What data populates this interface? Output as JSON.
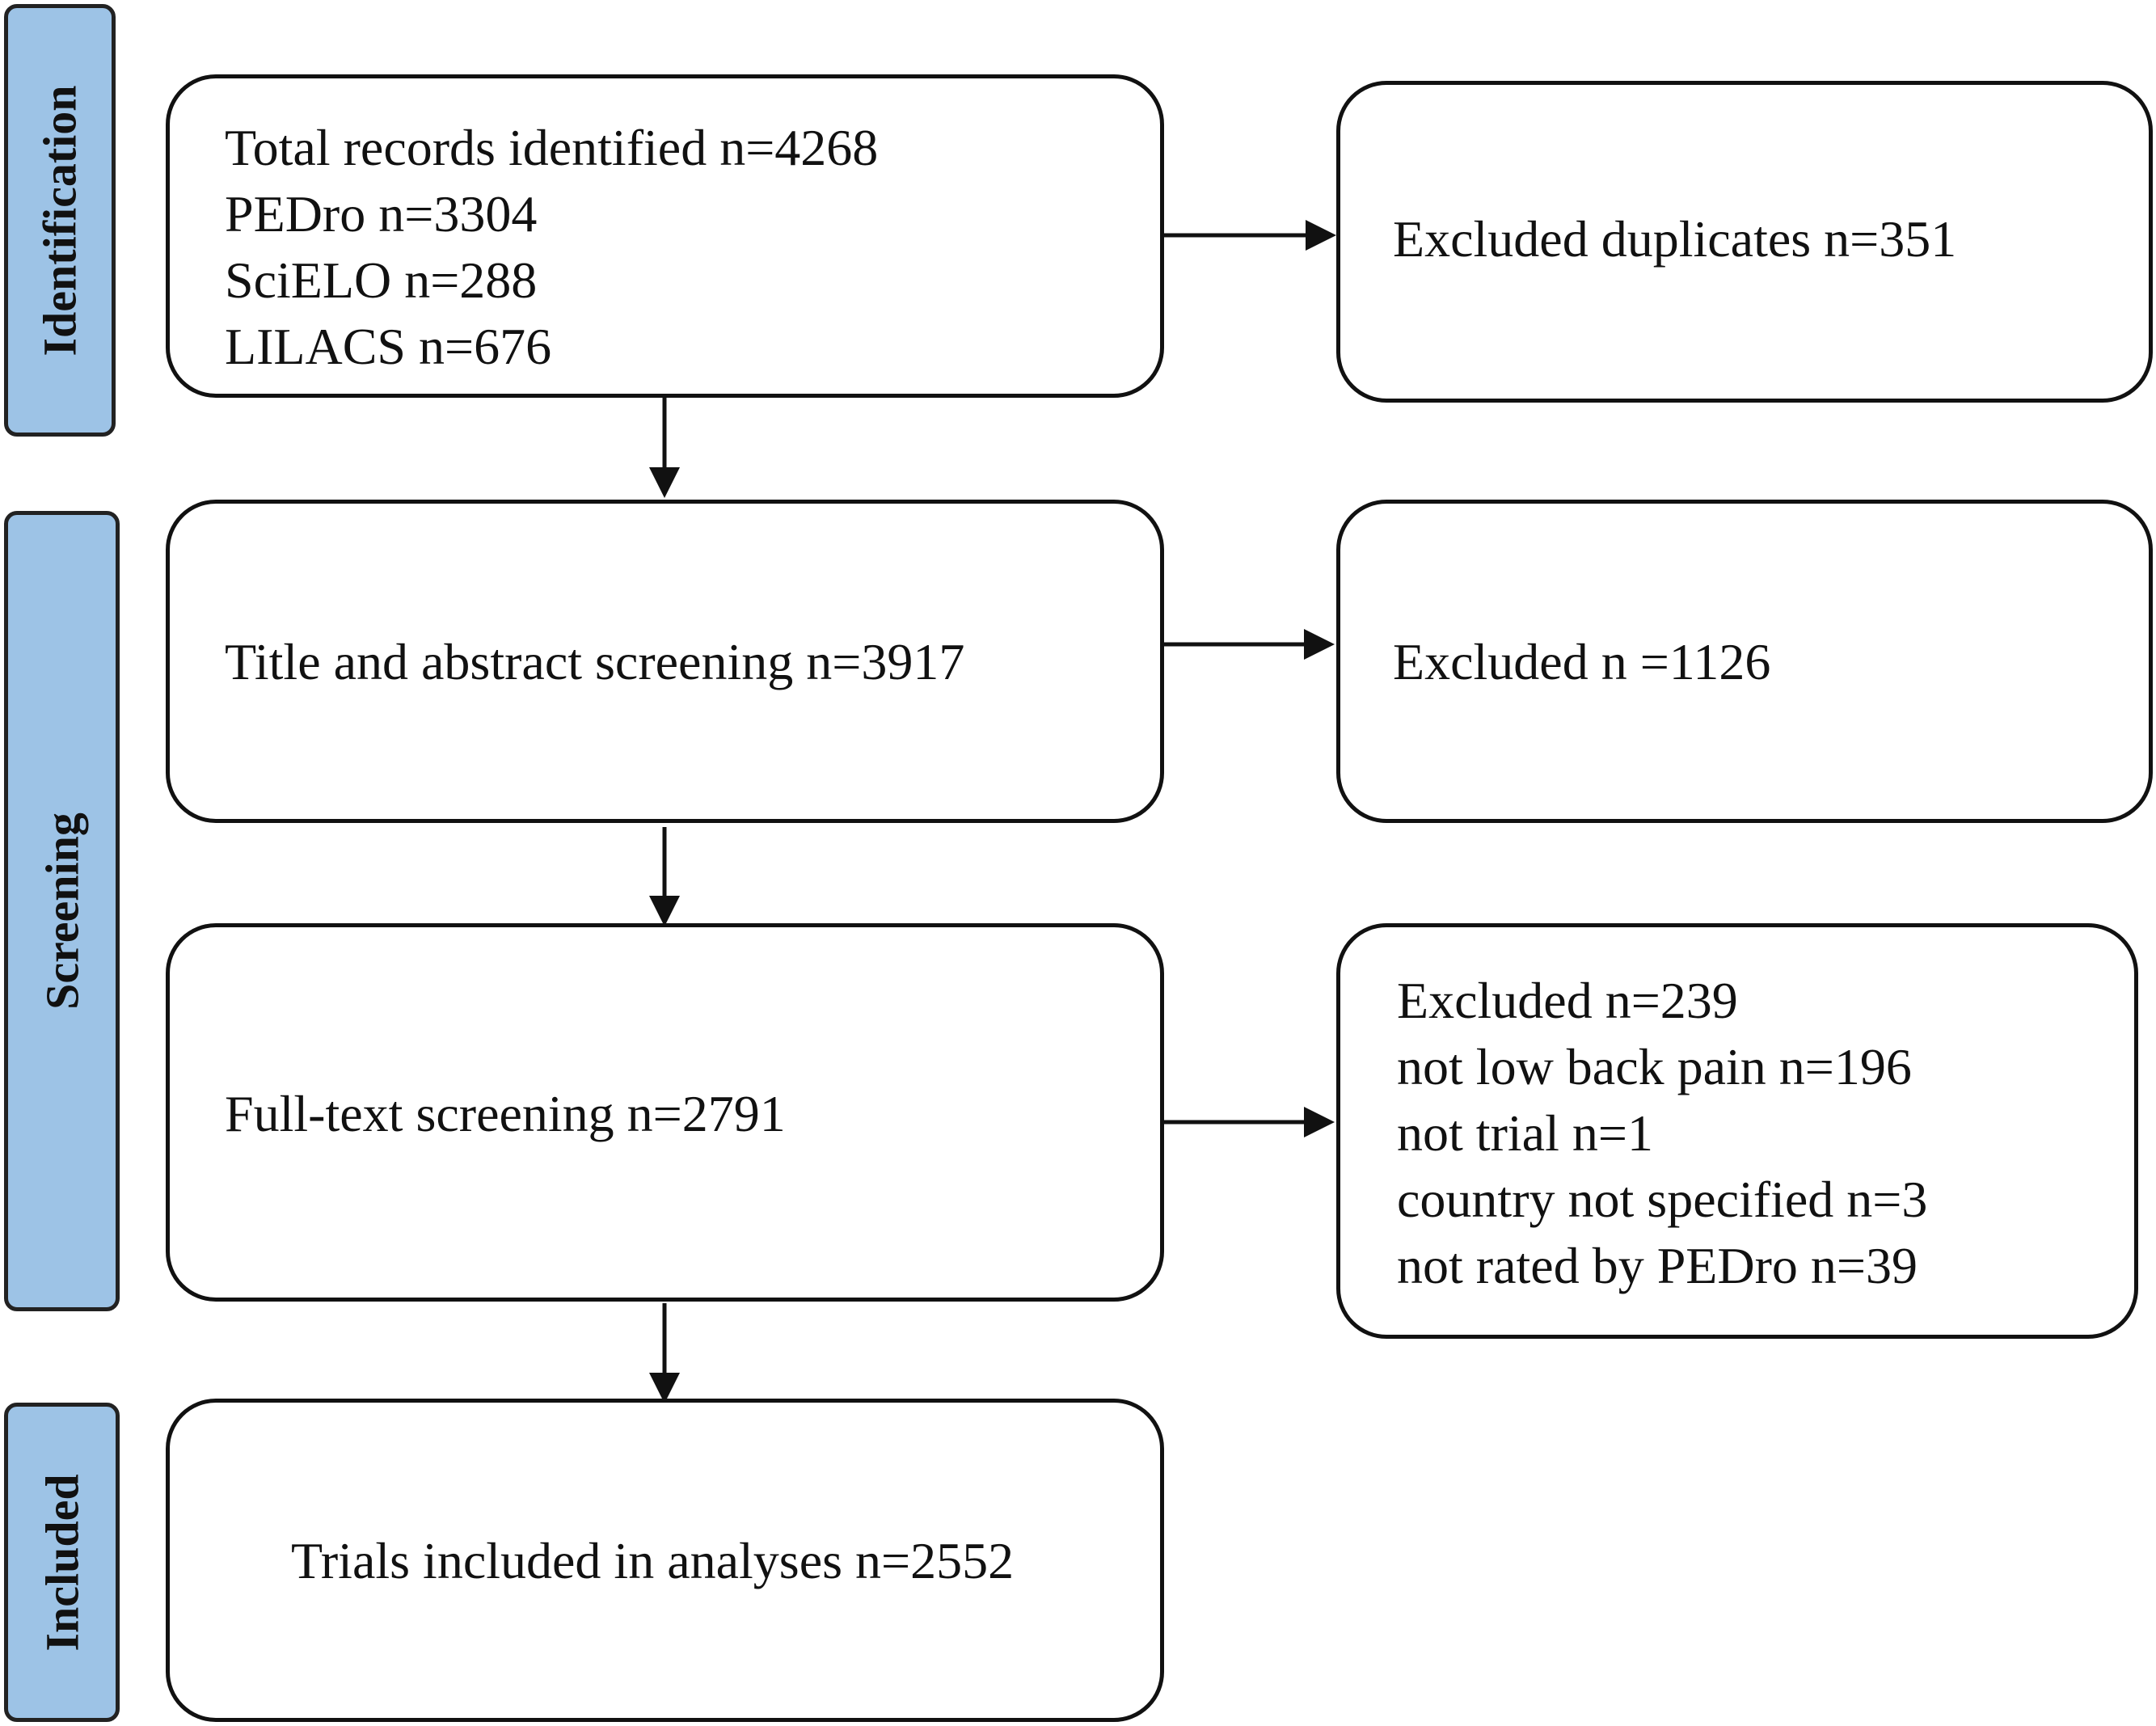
{
  "stages": {
    "identification": "Identification",
    "screening": "Screening",
    "included": "Included"
  },
  "boxes": {
    "records_identified": {
      "lines": [
        "Total records identified n=4268",
        "PEDro n=3304",
        "SciELO n=288",
        "LILACS n=676"
      ]
    },
    "excluded_duplicates": {
      "lines": [
        "Excluded duplicates n=351"
      ]
    },
    "title_abstract_screening": {
      "lines": [
        "Title and abstract screening n=3917"
      ]
    },
    "excluded_title_abstract": {
      "lines": [
        "Excluded n =1126"
      ]
    },
    "full_text_screening": {
      "lines": [
        "Full-text screening n=2791"
      ]
    },
    "excluded_full_text": {
      "lines": [
        "Excluded n=239",
        "not low back pain n=196",
        "not trial n=1",
        "country not specified n=3",
        "not rated by PEDro n=39"
      ]
    },
    "trials_included": {
      "lines": [
        "Trials included in analyses n=2552"
      ]
    }
  }
}
